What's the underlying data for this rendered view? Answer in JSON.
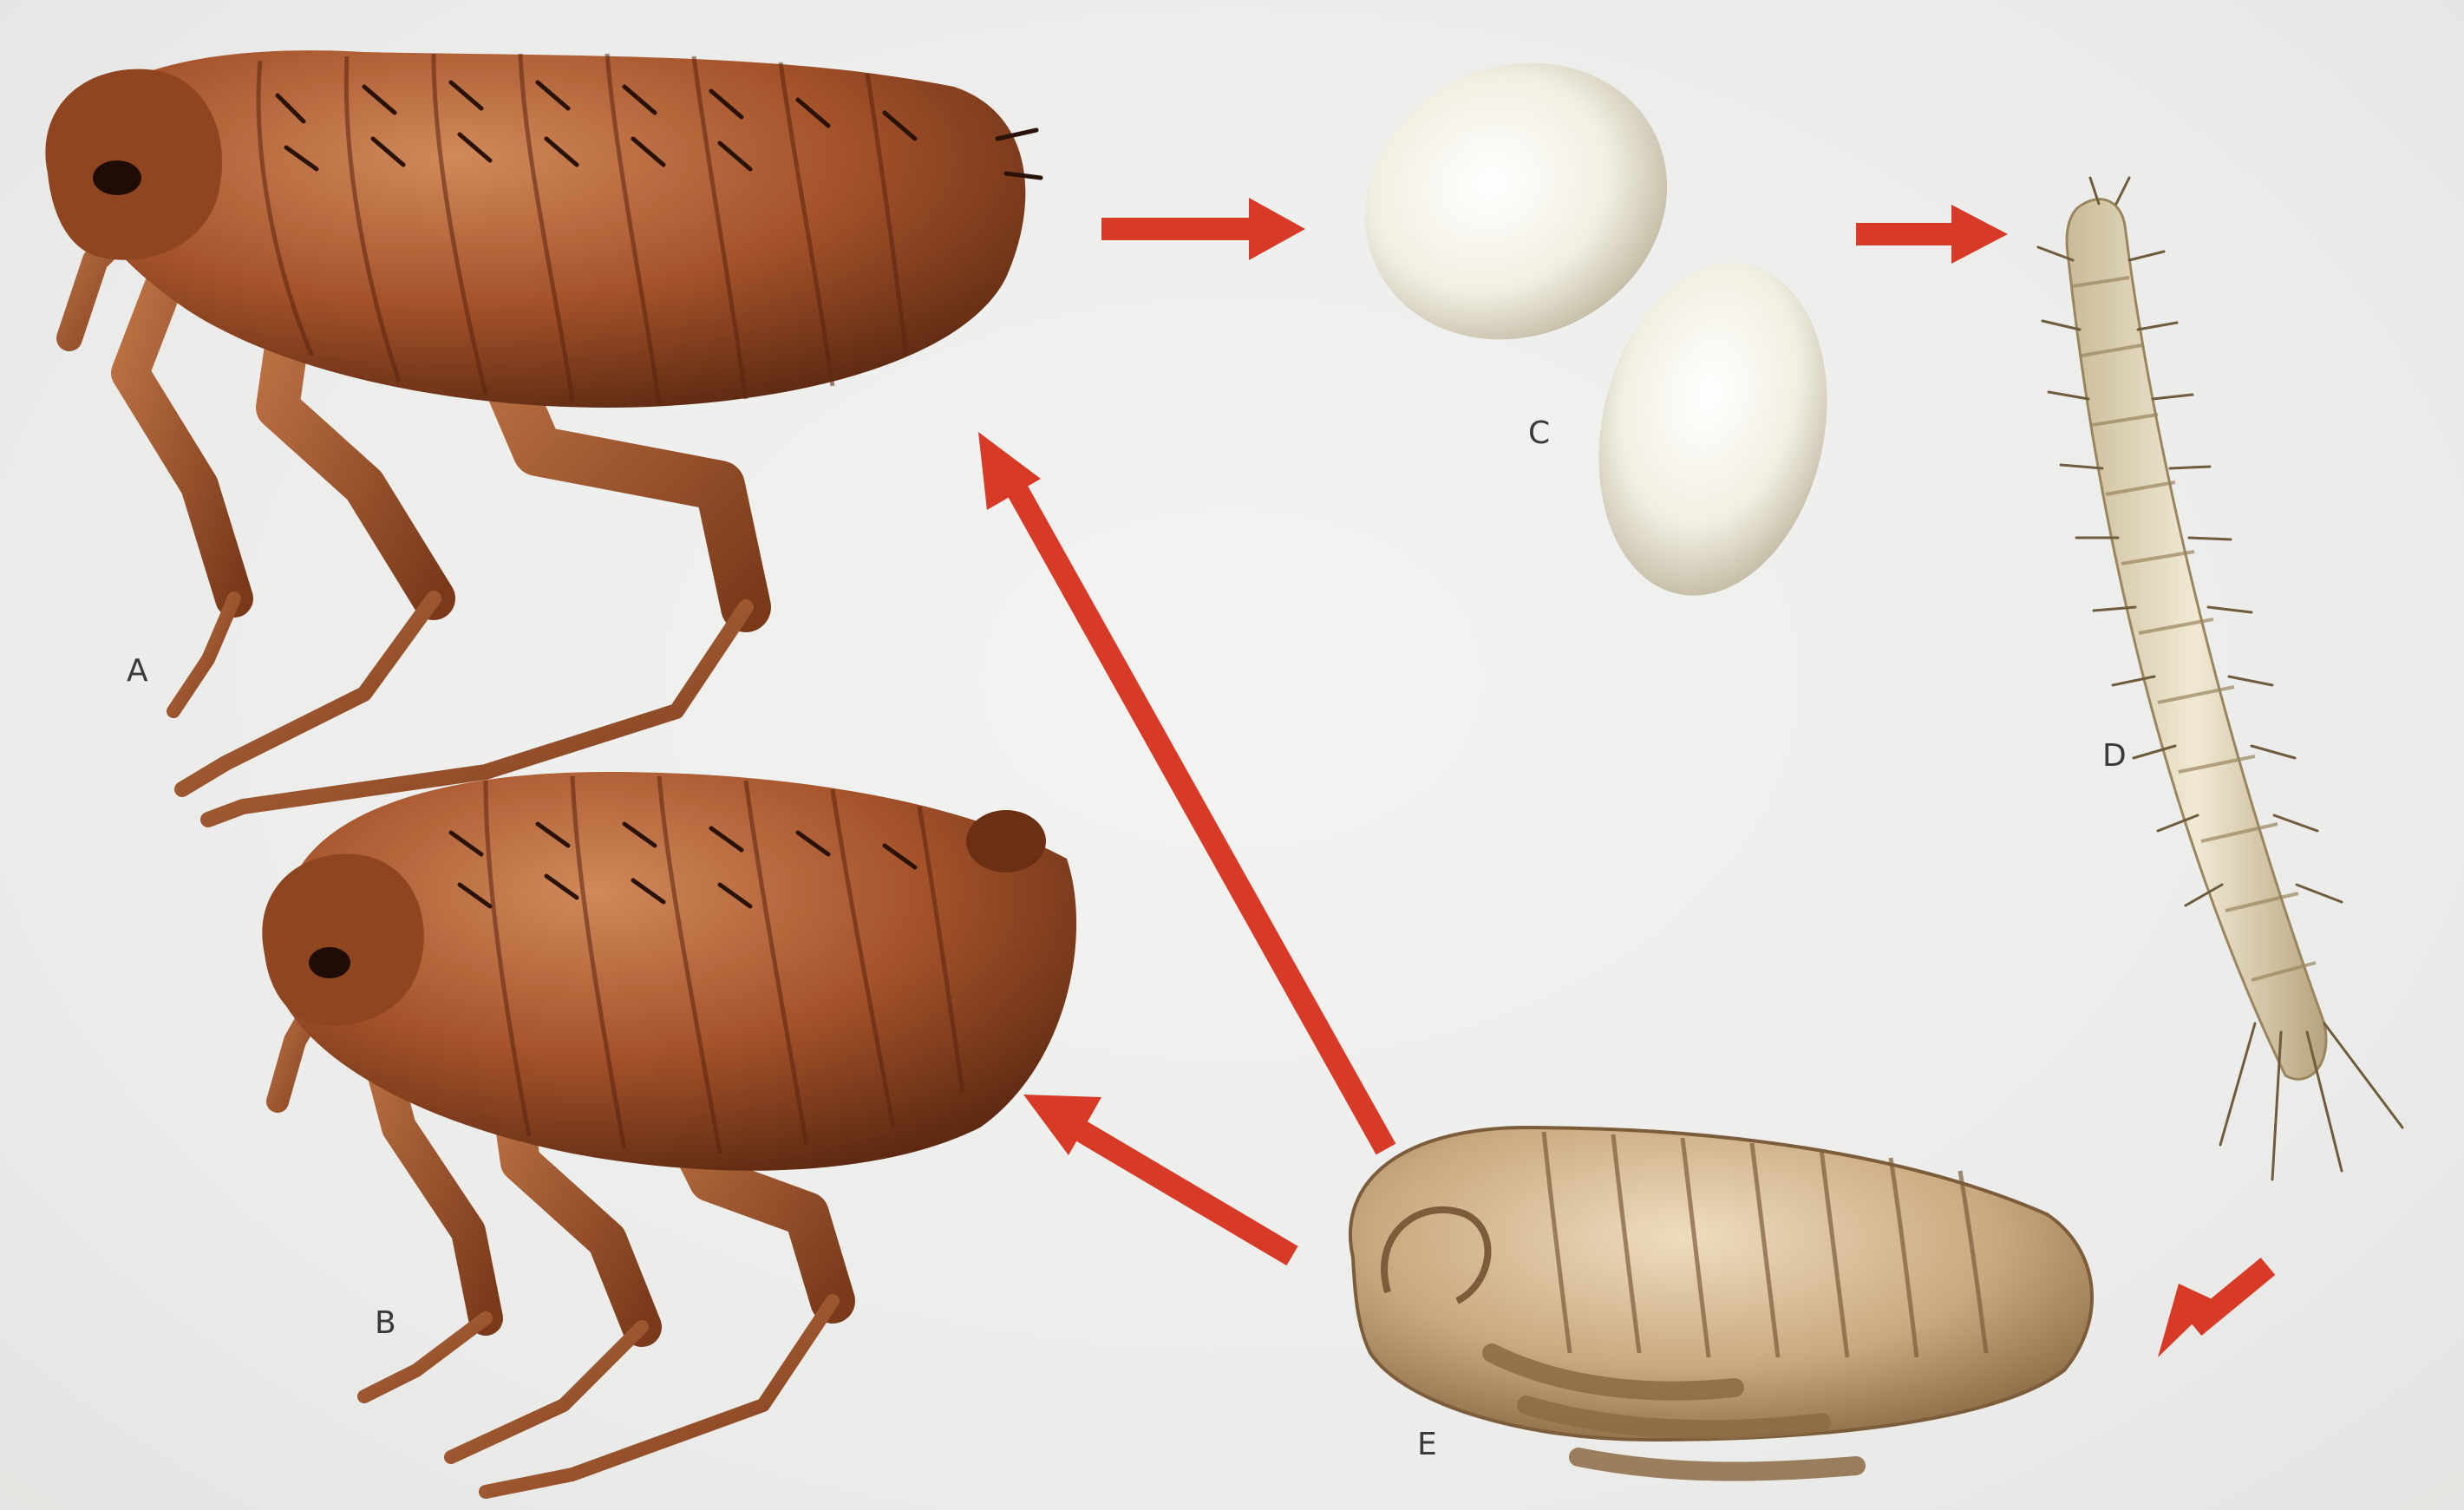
{
  "labels": {
    "a": "A",
    "b": "B",
    "c": "C",
    "d": "D",
    "e": "E"
  },
  "colors": {
    "background": "#eeefee",
    "flea_body": "#a4522a",
    "flea_dark": "#5e2a12",
    "egg": "#f4f1e6",
    "larva": "#e7dcc0",
    "pupa": "#cfb48f",
    "arrow": "#d83a28"
  }
}
